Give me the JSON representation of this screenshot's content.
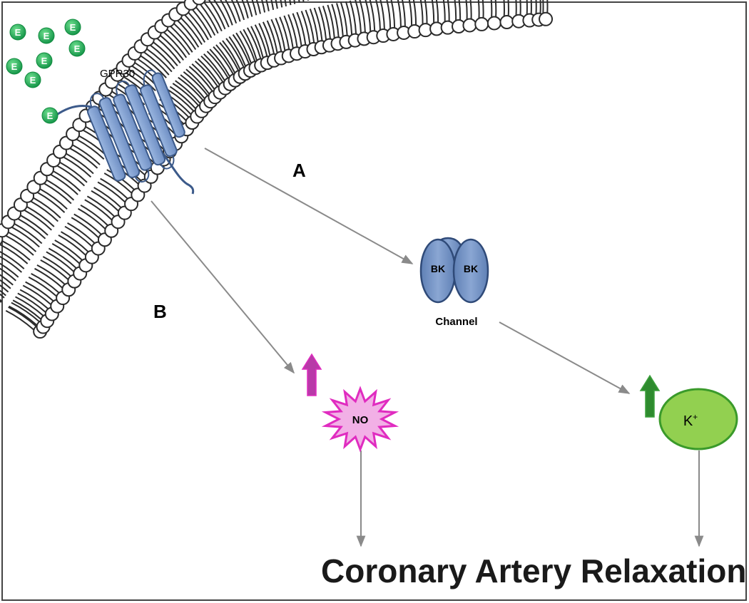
{
  "diagram": {
    "receptor_label": "GPR30",
    "ligand_label": "E",
    "pathway_a_label": "A",
    "pathway_b_label": "B",
    "channel_subunit_label": "BK",
    "channel_label": "Channel",
    "no_label": "NO",
    "potassium_label": "K+",
    "outcome_label": "Coronary Artery Relaxation",
    "colors": {
      "ligand": "#22b14c",
      "receptor": "#7f9fd0",
      "receptor_outline": "#3c5a8a",
      "channel": "#6b8cbf",
      "no_fill": "#f2b0e6",
      "no_outline": "#e02cc0",
      "potassium_fill": "#92d050",
      "potassium_outline": "#3a9a2a",
      "arrow_no": "#b83aa8",
      "arrow_k": "#2e8b2e",
      "pathway_arrow": "#8a8a8a",
      "membrane": "#2b2b2b"
    }
  }
}
